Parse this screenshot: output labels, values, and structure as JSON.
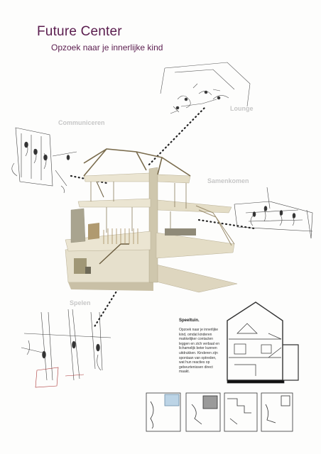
{
  "title": "Future Center",
  "subtitle": "Opzoek naar je innerlijke kind",
  "labels": {
    "lounge": "Lounge",
    "communiceren": "Communiceren",
    "samenkomen": "Samenkomen",
    "spelen": "Spelen"
  },
  "info": {
    "heading": "Speeltuin.",
    "body": "Opzoek naar je innerlijke kind, omdat kinderen makkelijker contacten leggen en zich verbaal en lichamelijk beter kunnen uitdrukken. Kinderen zijn spontaan van optreden, wat hun reacties op gebeurtenissen direct maakt."
  },
  "colors": {
    "title": "#5a1c4e",
    "label": "#c7c7c7",
    "model": "#d9d2bd"
  }
}
